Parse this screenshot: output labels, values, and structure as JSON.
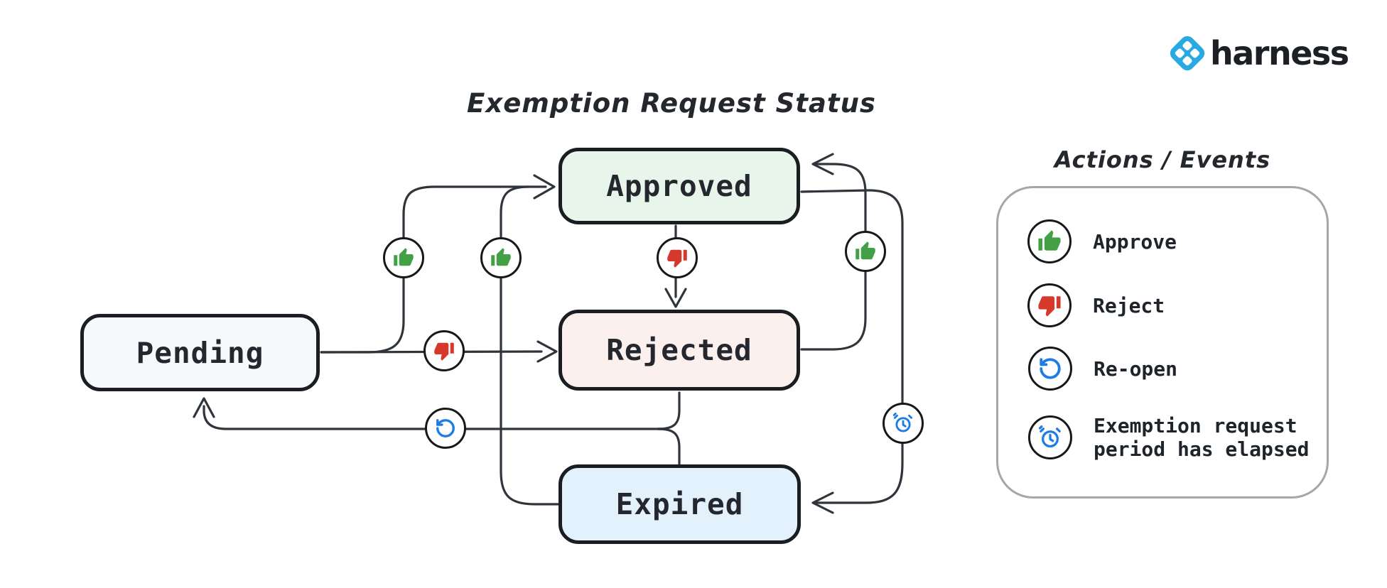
{
  "title": "Exemption Request Status",
  "brand": {
    "name": "harness",
    "logo_color": "#29a9e1"
  },
  "legend": {
    "title": "Actions / Events",
    "items": [
      {
        "icon": "thumbs-up-icon",
        "label": "Approve"
      },
      {
        "icon": "thumbs-down-icon",
        "label": "Reject"
      },
      {
        "icon": "reopen-icon",
        "label": "Re-open"
      },
      {
        "icon": "alarm-clock-icon",
        "label": "Exemption request period has elapsed"
      }
    ]
  },
  "colors": {
    "approve": "#43a047",
    "reject": "#d6392c",
    "reopen": "#1d7de4",
    "alarm": "#1d7de4",
    "pending_fill": "#f6f8fa",
    "approved_fill": "#e8f5ea",
    "rejected_fill": "#fcf0ee",
    "expired_fill": "#e2f1fb"
  },
  "states": [
    {
      "label": "Pending"
    },
    {
      "label": "Approved"
    },
    {
      "label": "Rejected"
    },
    {
      "label": "Expired"
    }
  ],
  "transitions": [
    {
      "from": "Pending",
      "to": "Approved",
      "action": "Approve"
    },
    {
      "from": "Pending",
      "to": "Rejected",
      "action": "Reject"
    },
    {
      "from": "Approved",
      "to": "Rejected",
      "action": "Reject"
    },
    {
      "from": "Rejected",
      "to": "Approved",
      "action": "Approve"
    },
    {
      "from": "Expired",
      "to": "Approved",
      "action": "Approve"
    },
    {
      "from": "Approved",
      "to": "Expired",
      "action": "Exemption request period has elapsed"
    },
    {
      "from": "Rejected",
      "to": "Pending",
      "action": "Re-open"
    },
    {
      "from": "Expired",
      "to": "Pending",
      "action": "Re-open"
    }
  ]
}
